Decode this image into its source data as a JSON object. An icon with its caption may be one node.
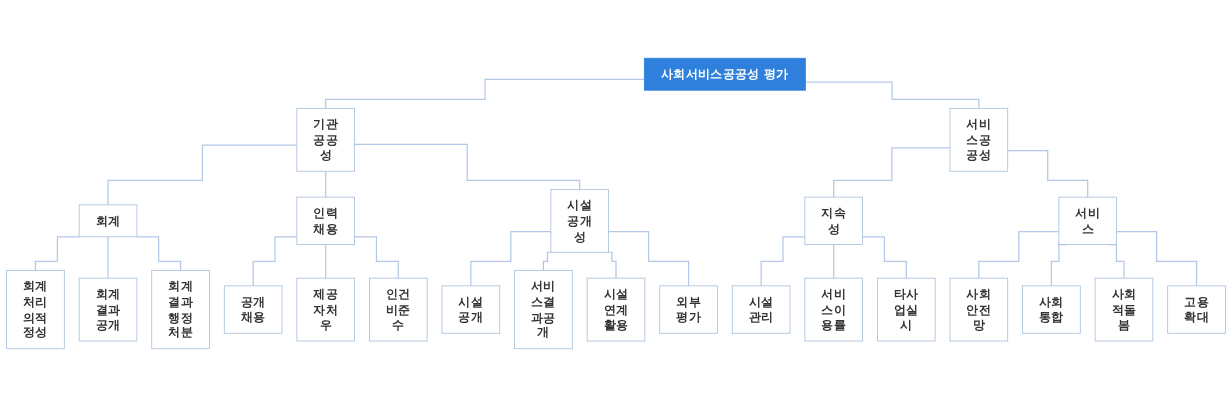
{
  "diagram": {
    "nodes": [
      {
        "text": [
          "사회서비스공공성 평가"
        ]
      },
      {
        "text": [
          "기관공공성"
        ]
      },
      {
        "text": [
          "서비스공공성"
        ]
      },
      {
        "text": [
          "회계"
        ]
      },
      {
        "text": [
          "인력채용"
        ]
      },
      {
        "text": [
          "시설공개성"
        ]
      },
      {
        "text": [
          "지속성"
        ]
      },
      {
        "text": [
          "서비스"
        ]
      },
      {
        "text": [
          "회계처리의적정성"
        ]
      },
      {
        "text": [
          "회계결과공개"
        ]
      },
      {
        "text": [
          "회계결과행정처분"
        ]
      },
      {
        "text": [
          "공개채용"
        ]
      },
      {
        "text": [
          "제공자처우"
        ]
      },
      {
        "text": [
          "인건비준수"
        ]
      },
      {
        "text": [
          "시설공개"
        ]
      },
      {
        "text": [
          "서비스결과공개"
        ]
      },
      {
        "text": [
          "시설연계활용"
        ]
      },
      {
        "text": [
          "외부평가"
        ]
      },
      {
        "text": [
          "시설관리"
        ]
      },
      {
        "text": [
          "서비스이용률"
        ]
      },
      {
        "text": [
          "타사업실시"
        ]
      },
      {
        "text": [
          "사회안전망"
        ]
      },
      {
        "text": [
          "사회통합"
        ]
      },
      {
        "text": [
          "사회적돌봄"
        ]
      },
      {
        "text": [
          "고용확대"
        ]
      }
    ],
    "edges": [
      {
        "from": 0,
        "to": 1,
        "arrow": "none"
      },
      {
        "from": 0,
        "to": 2,
        "arrow": "none"
      },
      {
        "from": 1,
        "to": 3,
        "arrow": "none"
      },
      {
        "from": 1,
        "to": 4,
        "arrow": "none"
      },
      {
        "from": 1,
        "to": 5,
        "arrow": "none"
      },
      {
        "from": 2,
        "to": 6,
        "arrow": "none"
      },
      {
        "from": 2,
        "to": 7,
        "arrow": "none"
      },
      {
        "from": 3,
        "to": 8,
        "arrow": "none"
      },
      {
        "from": 3,
        "to": 9,
        "arrow": "none"
      },
      {
        "from": 3,
        "to": 10,
        "arrow": "none"
      },
      {
        "from": 4,
        "to": 11,
        "arrow": "none"
      },
      {
        "from": 4,
        "to": 12,
        "arrow": "none"
      },
      {
        "from": 4,
        "to": 13,
        "arrow": "none"
      },
      {
        "from": 5,
        "to": 14,
        "arrow": "none"
      },
      {
        "from": 5,
        "to": 15,
        "arrow": "none"
      },
      {
        "from": 5,
        "to": 16,
        "arrow": "none"
      },
      {
        "from": 5,
        "to": 17,
        "arrow": "none"
      },
      {
        "from": 6,
        "to": 18,
        "arrow": "none"
      },
      {
        "from": 6,
        "to": 19,
        "arrow": "none"
      },
      {
        "from": 6,
        "to": 20,
        "arrow": "none"
      },
      {
        "from": 7,
        "to": 21,
        "arrow": "none"
      },
      {
        "from": 7,
        "to": 22,
        "arrow": "none"
      },
      {
        "from": 7,
        "to": 23,
        "arrow": "none"
      },
      {
        "from": 7,
        "to": 24,
        "arrow": "none"
      }
    ]
  }
}
